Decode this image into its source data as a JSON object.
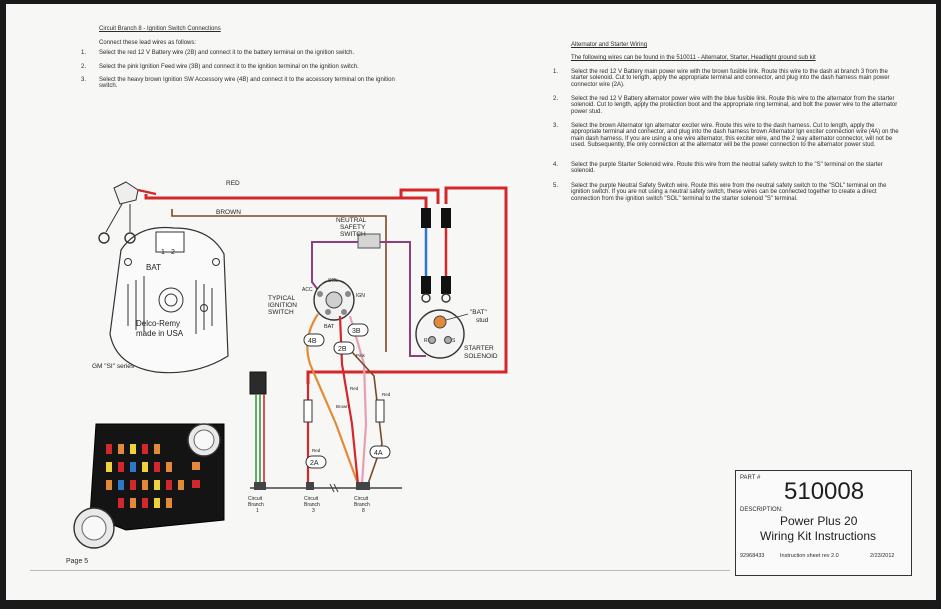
{
  "left_text": {
    "title": "Circuit Branch 8  -  Ignition Switch Connections",
    "intro": "Connect these lead wires as follows:",
    "steps": [
      {
        "num": "1.",
        "text": "Select the red 12 V Battery wire (2B) and connect it to the battery terminal on the ignition switch."
      },
      {
        "num": "2.",
        "text": "Select the pink Ignition Feed wire (3B) and connect it to the ignition terminal on the ignition switch."
      },
      {
        "num": "3.",
        "text": "Select the heavy brown Ignition SW Accessory wire (4B) and connect it to the accessory terminal on the ignition switch."
      }
    ]
  },
  "right_text": {
    "title": "Alternator and Starter Wiring",
    "intro": "The following wires can be found in the 510011 - Alternator, Starter, Headlight ground sub kit",
    "steps": [
      {
        "num": "1.",
        "text": "Select the red 12 V Battery main power wire with the brown fusible link. Route this wire to the dash at branch 3 from the starter solenoid. Cut to length, apply the appropriate terminal and connector, and plug into the dash harness main power connector wire (2A)."
      },
      {
        "num": "2.",
        "text": "Select the red 12 V Battery alternator power wire with the blue fusible link. Route this wire to the alternator from the starter solenoid. Cut to length, apply the protection boot and the appropriate ring terminal, and bolt the power wire to the alternator power stud."
      },
      {
        "num": "3.",
        "text": "Select the brown Alternator Ign alternator exciter wire. Route this wire to the dash harness. Cut to length, apply the appropriate terminal and connector, and plug into the dash harness brown Alternator Ign exciter connection wire (4A) on the main dash harness. If you are using a one wire alternator, this exciter wire, and the 2 way alternator connector, will not be used. Subsequently, the only connection at the alternator will be the power connection to the alternator power stud."
      },
      {
        "num": "4.",
        "text": "Select the purple Starter Solenoid wire. Route this wire from the neutral safety switch to the \"S\" terminal on the starter solenoid."
      },
      {
        "num": "5.",
        "text": "Select the purple Neutral Safety Switch wire. Route this wire from the neutral safety switch to the \"SOL\" terminal on the ignition switch. If you are not using a neutral safety switch, these wires can be connected together to create a direct connection from the ignition switch \"SOL\" terminal to the starter solenoid \"S\" terminal."
      }
    ]
  },
  "diagram": {
    "wire_red": "RED",
    "wire_brown": "BROWN",
    "alt_term_1": "1",
    "alt_term_2": "2",
    "alt_bat": "BAT",
    "alt_brand_1": "Delco-Remy",
    "alt_brand_2": "made in USA",
    "alt_series": "GM \"SI\" series",
    "nss_1": "NEUTRAL",
    "nss_2": "SAFETY",
    "nss_3": "SWITCH",
    "ign_1": "TYPICAL",
    "ign_2": "IGNITION",
    "ign_3": "SWITCH",
    "ign_acc": "ACC",
    "ign_ign": "IGN",
    "ign_bat": "BAT",
    "ign_sol": "SOL",
    "sol_1": "STARTER",
    "sol_2": "SOLENOID",
    "sol_stud_1": "\"BAT\"",
    "sol_stud_2": "stud",
    "sol_r": "R",
    "sol_s": "S",
    "tag_4b": "4B",
    "tag_3b": "3B",
    "tag_2b": "2B",
    "tag_2a": "2A",
    "tag_4a": "4A",
    "small_pink": "Pink",
    "small_red1": "Red",
    "small_red2": "Red",
    "small_brown": "Brown",
    "small_red3": "Red",
    "branch1_a": "Circuit",
    "branch1_b": "Branch",
    "branch1_c": "1",
    "branch3_a": "Circuit",
    "branch3_b": "Branch",
    "branch3_c": "3",
    "branch8_a": "Circuit",
    "branch8_b": "Branch",
    "branch8_c": "8"
  },
  "part_box": {
    "part_label": "PART #",
    "part_number": "510008",
    "desc_label": "DESCRIPTION:",
    "desc_1": "Power Plus 20",
    "desc_2": "Wiring Kit Instructions",
    "footer_code": "92968433",
    "footer_text": "Instruction sheet  rev 2.0",
    "footer_date": "2/23/2012"
  },
  "page_label": "Page 5",
  "colors": {
    "wire_red": "#d2282c",
    "wire_brown": "#7a4a28",
    "wire_purple": "#8e3f7c",
    "wire_blue": "#2f77c9",
    "wire_pink": "#e6a0b4",
    "wire_orange": "#e38a3a",
    "wire_green": "#3b9a45",
    "fuse_panel": "#141414"
  }
}
